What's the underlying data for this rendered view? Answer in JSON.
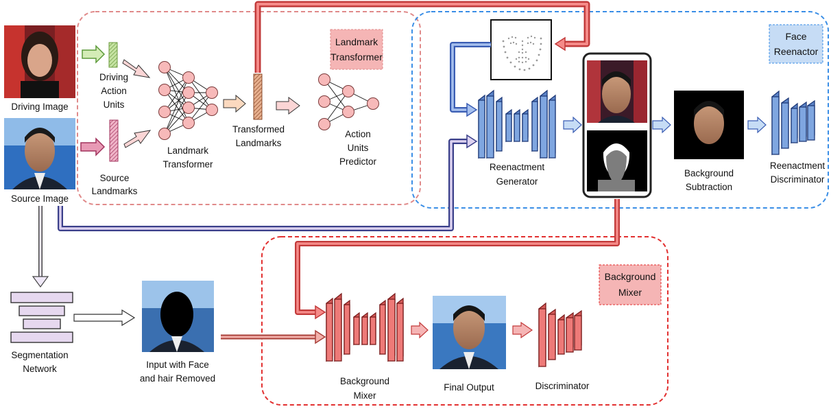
{
  "labels": {
    "driving_image": "Driving Image",
    "source_image": "Source Image",
    "driving_au": [
      "Driving",
      "Action",
      "Units"
    ],
    "source_landmarks": [
      "Source",
      "Landmarks"
    ],
    "landmark_transformer_net": [
      "Landmark",
      "Transformer"
    ],
    "transformed_landmarks": [
      "Transformed",
      "Landmarks"
    ],
    "au_predictor": [
      "Action",
      "Units",
      "Predictor"
    ],
    "reenactment_generator": [
      "Reenactment",
      "Generator"
    ],
    "background_subtraction": [
      "Background",
      "Subtraction"
    ],
    "reenactment_discriminator": [
      "Reenactment",
      "Discriminator"
    ],
    "segmentation_network": [
      "Segmentation",
      "Network"
    ],
    "input_removed": [
      "Input with Face",
      "and hair Removed"
    ],
    "background_mixer_net": [
      "Background",
      "Mixer"
    ],
    "final_output": "Final Output",
    "discriminator": "Discriminator"
  },
  "modules": {
    "landmark_transformer": [
      "Landmark",
      "Transformer"
    ],
    "face_reenactor": [
      "Face",
      "Reenactor"
    ],
    "background_mixer": [
      "Background",
      "Mixer"
    ]
  },
  "colors": {
    "pink_dash": "#e08a8a",
    "blue_dash": "#3a8ee6",
    "red_dash": "#e23030",
    "blue_block": "#7fa6e0",
    "red_block": "#ee7a78",
    "node": "#f7b9b9",
    "tag_blue": "#c6dcf5",
    "tag_red": "#f5b5b5"
  }
}
